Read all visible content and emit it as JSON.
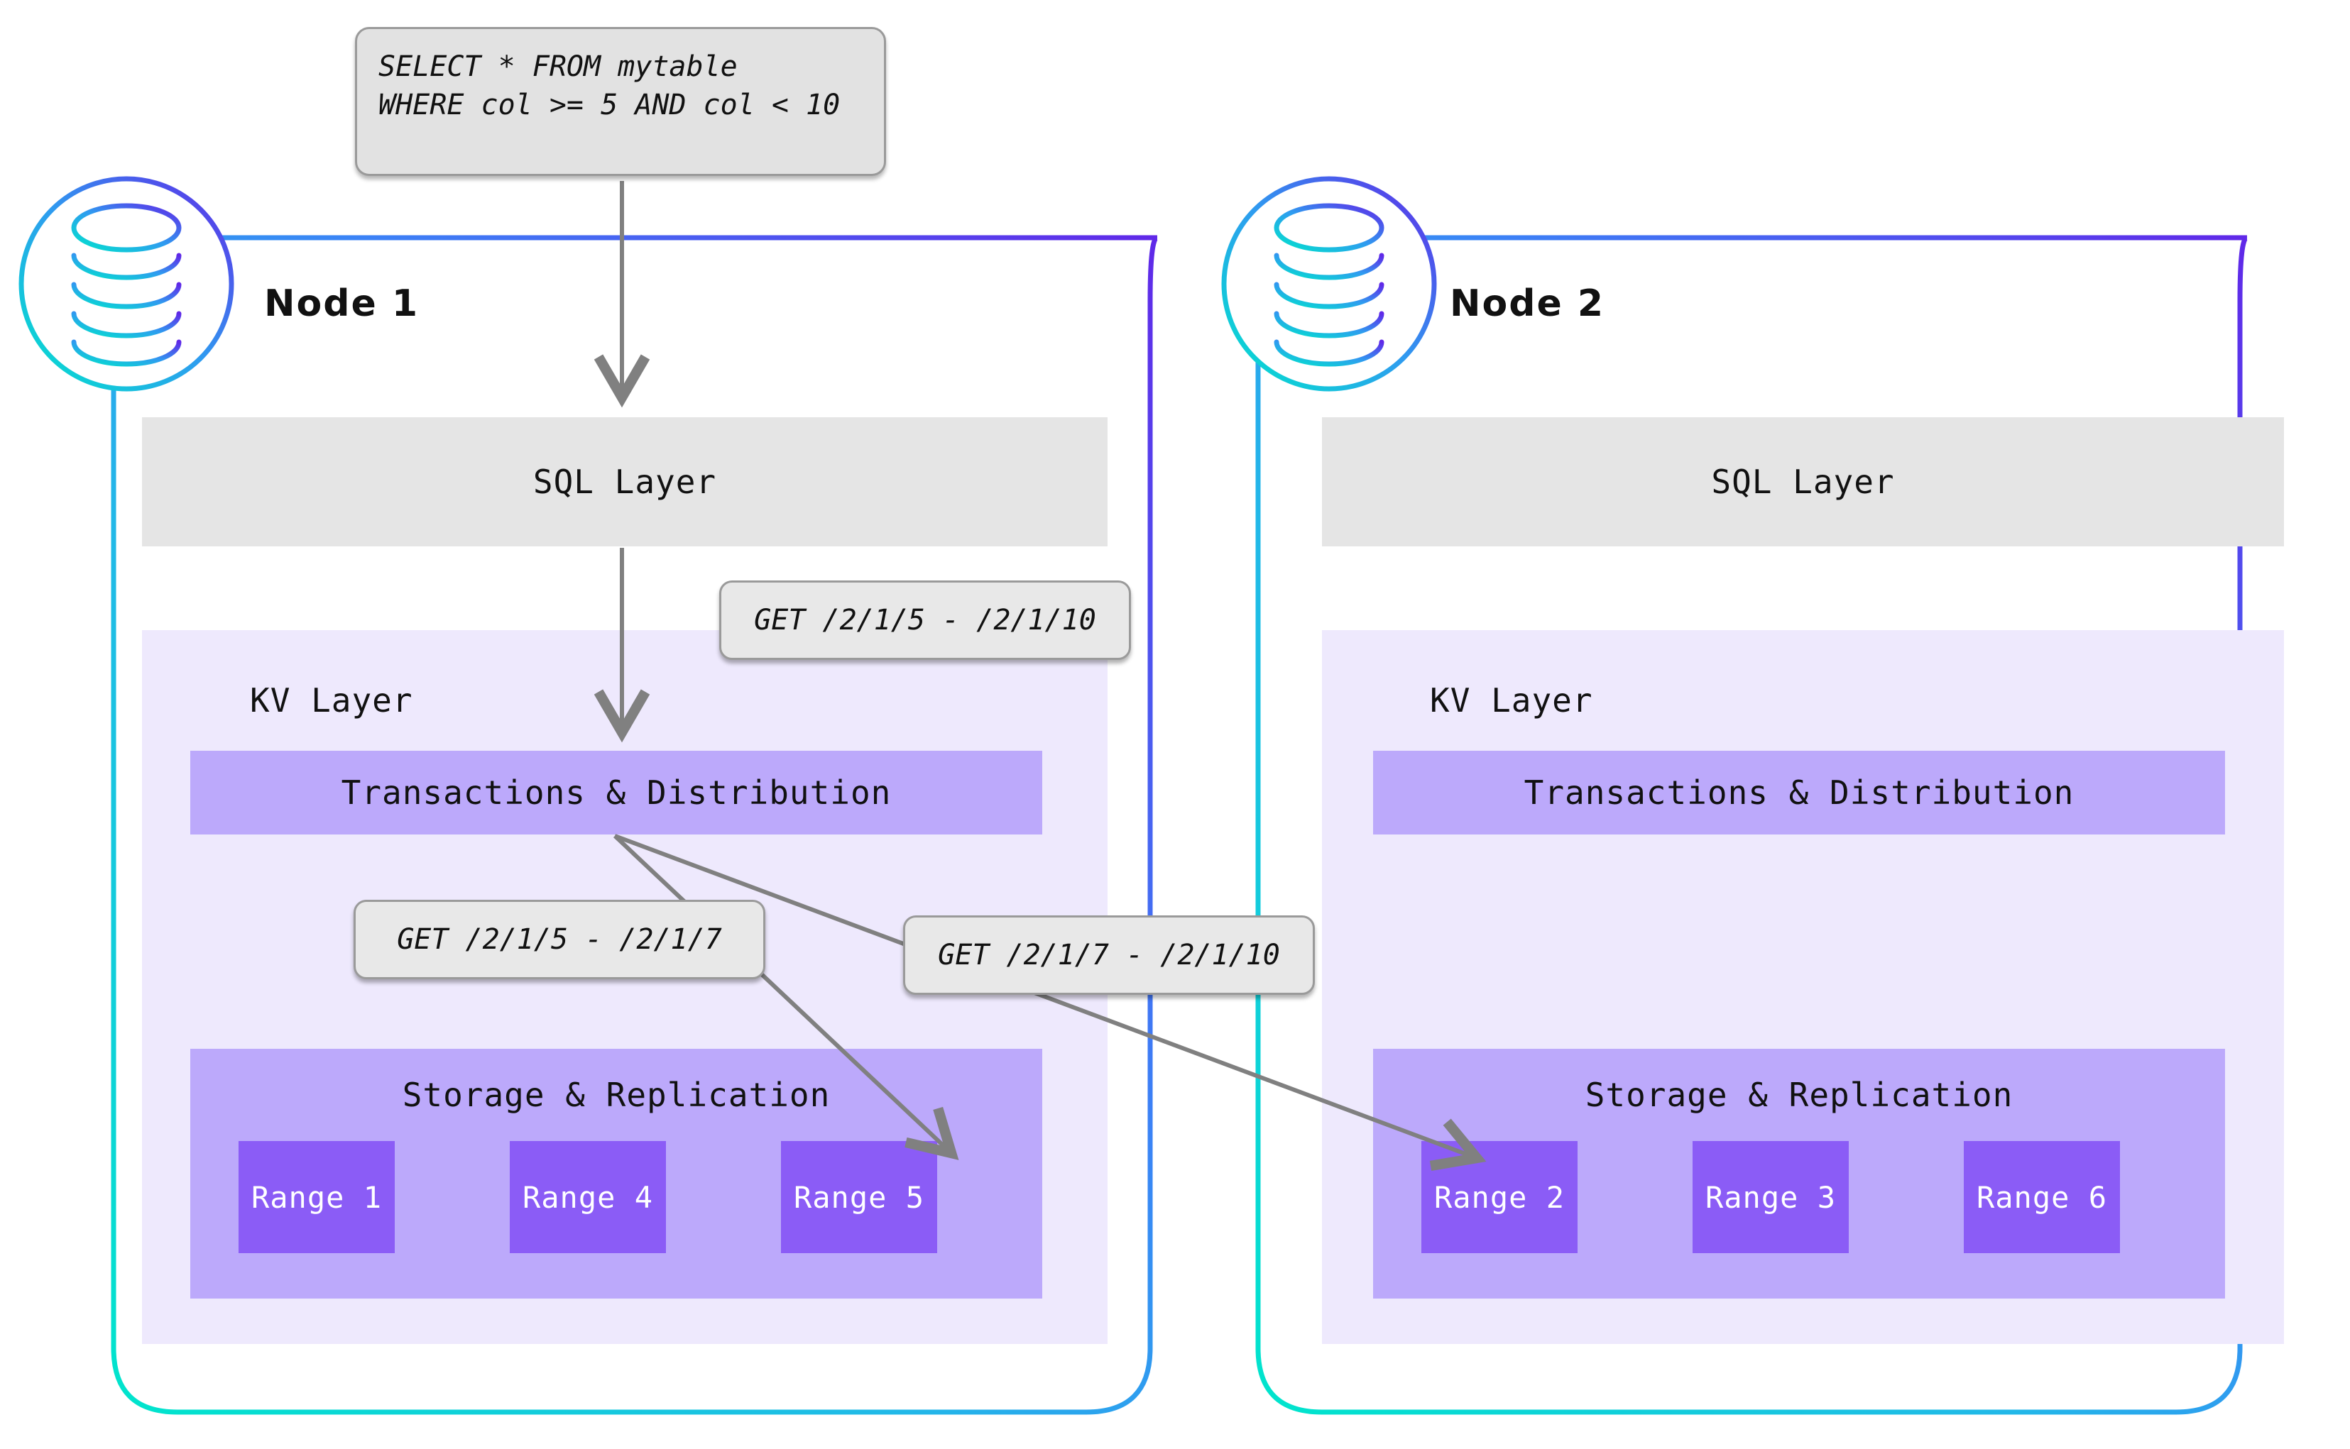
{
  "diagram": {
    "title": "CockroachDB distributed query execution across two nodes",
    "background": "#ffffff"
  },
  "colors": {
    "gradient_start": "#00e5cc",
    "gradient_mid": "#3b82f6",
    "gradient_end": "#6028e8",
    "sql_layer_fill": "#e5e5e5",
    "kv_panel_fill": "#eee9fd",
    "purple_bar_fill": "#bca9fb",
    "range_fill": "#8b5cf6",
    "range_text": "#ffffff",
    "callout_fill": "#e8e8e8",
    "callout_border": "#9a9a9a",
    "arrow_color": "#808080",
    "text_color": "#111111"
  },
  "query": {
    "name": "sql-query-box",
    "line1": "SELECT * FROM mytable",
    "line2": "WHERE col >= 5 AND col < 10",
    "text": "SELECT * FROM mytable\nWHERE col >= 5 AND col < 10"
  },
  "callouts": {
    "kv_request": "GET /2/1/5 - /2/1/10",
    "range_request_local": "GET /2/1/5 - /2/1/7",
    "range_request_remote": "GET /2/1/7 - /2/1/10"
  },
  "labels": {
    "sql_layer": "SQL Layer",
    "kv_layer": "KV Layer",
    "transactions": "Transactions & Distribution",
    "storage": "Storage & Replication"
  },
  "nodes": [
    {
      "id": "node-1",
      "title": "Node 1",
      "icon": "database-icon",
      "sql_layer": "SQL Layer",
      "kv_layer": "KV Layer",
      "transactions": "Transactions & Distribution",
      "storage": "Storage & Replication",
      "ranges": [
        {
          "label": "Range 1"
        },
        {
          "label": "Range 4"
        },
        {
          "label": "Range 5"
        }
      ]
    },
    {
      "id": "node-2",
      "title": "Node 2",
      "icon": "database-icon",
      "sql_layer": "SQL Layer",
      "kv_layer": "KV Layer",
      "transactions": "Transactions & Distribution",
      "storage": "Storage & Replication",
      "ranges": [
        {
          "label": "Range 2"
        },
        {
          "label": "Range 3"
        },
        {
          "label": "Range 6"
        }
      ]
    }
  ]
}
